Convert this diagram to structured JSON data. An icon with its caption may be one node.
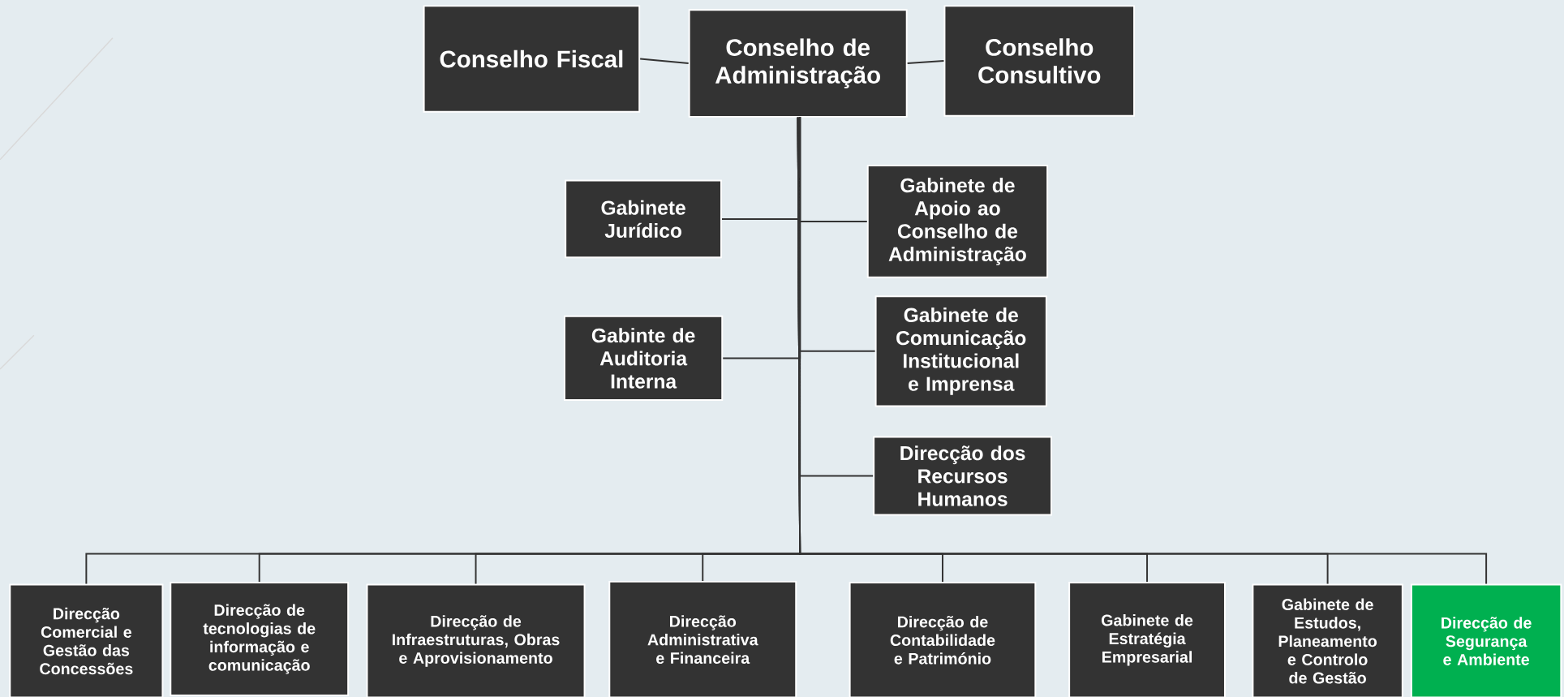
{
  "diagram": {
    "nodes": [
      {
        "text": [
          "Conselho Fiscal"
        ]
      },
      {
        "text": [
          "Conselho de Administração"
        ]
      },
      {
        "text": [
          "Conselho Consultivo"
        ]
      },
      {
        "text": [
          "Gabinete Jurídico"
        ]
      },
      {
        "text": [
          "Gabinete de Apoio ao Conselho de Administração"
        ]
      },
      {
        "text": [
          "Gabinte de Auditoria Interna"
        ]
      },
      {
        "text": [
          "Gabinete de Comunicação Institucional e Imprensa"
        ]
      },
      {
        "text": [
          "Direcção dos Recursos Humanos"
        ]
      },
      {
        "text": [
          "Direcção Comercial e Gestão das Concessões"
        ]
      },
      {
        "text": [
          "Direcção de tecnologias de informação e comunicação"
        ]
      },
      {
        "text": [
          "Direcção de Infraestruturas, Obras e Aprovisionamento"
        ]
      },
      {
        "text": [
          "Direcção Administrativa e Financeira"
        ]
      },
      {
        "text": [
          "Direcção de Contabilidade e Património"
        ]
      },
      {
        "text": [
          "Gabinete de Estratégia Empresarial"
        ]
      },
      {
        "text": [
          "Gabinete de Estudos, Planeamento e Controlo de Gestão"
        ]
      },
      {
        "text": [
          "Direcção de Segurança e Ambiente"
        ]
      }
    ],
    "edges": [
      {
        "from": 1,
        "to": 0,
        "arrow": "none"
      },
      {
        "from": 1,
        "to": 2,
        "arrow": "none"
      },
      {
        "from": 1,
        "to": 3,
        "arrow": "none"
      },
      {
        "from": 1,
        "to": 4,
        "arrow": "none"
      },
      {
        "from": 1,
        "to": 5,
        "arrow": "none"
      },
      {
        "from": 1,
        "to": 6,
        "arrow": "none"
      },
      {
        "from": 1,
        "to": 7,
        "arrow": "none"
      },
      {
        "from": 1,
        "to": 8,
        "arrow": "none"
      },
      {
        "from": 1,
        "to": 9,
        "arrow": "none"
      },
      {
        "from": 1,
        "to": 10,
        "arrow": "none"
      },
      {
        "from": 1,
        "to": 11,
        "arrow": "none"
      },
      {
        "from": 1,
        "to": 12,
        "arrow": "none"
      },
      {
        "from": 1,
        "to": 13,
        "arrow": "none"
      },
      {
        "from": 1,
        "to": 14,
        "arrow": "none"
      },
      {
        "from": 1,
        "to": 15,
        "arrow": "none"
      }
    ]
  }
}
